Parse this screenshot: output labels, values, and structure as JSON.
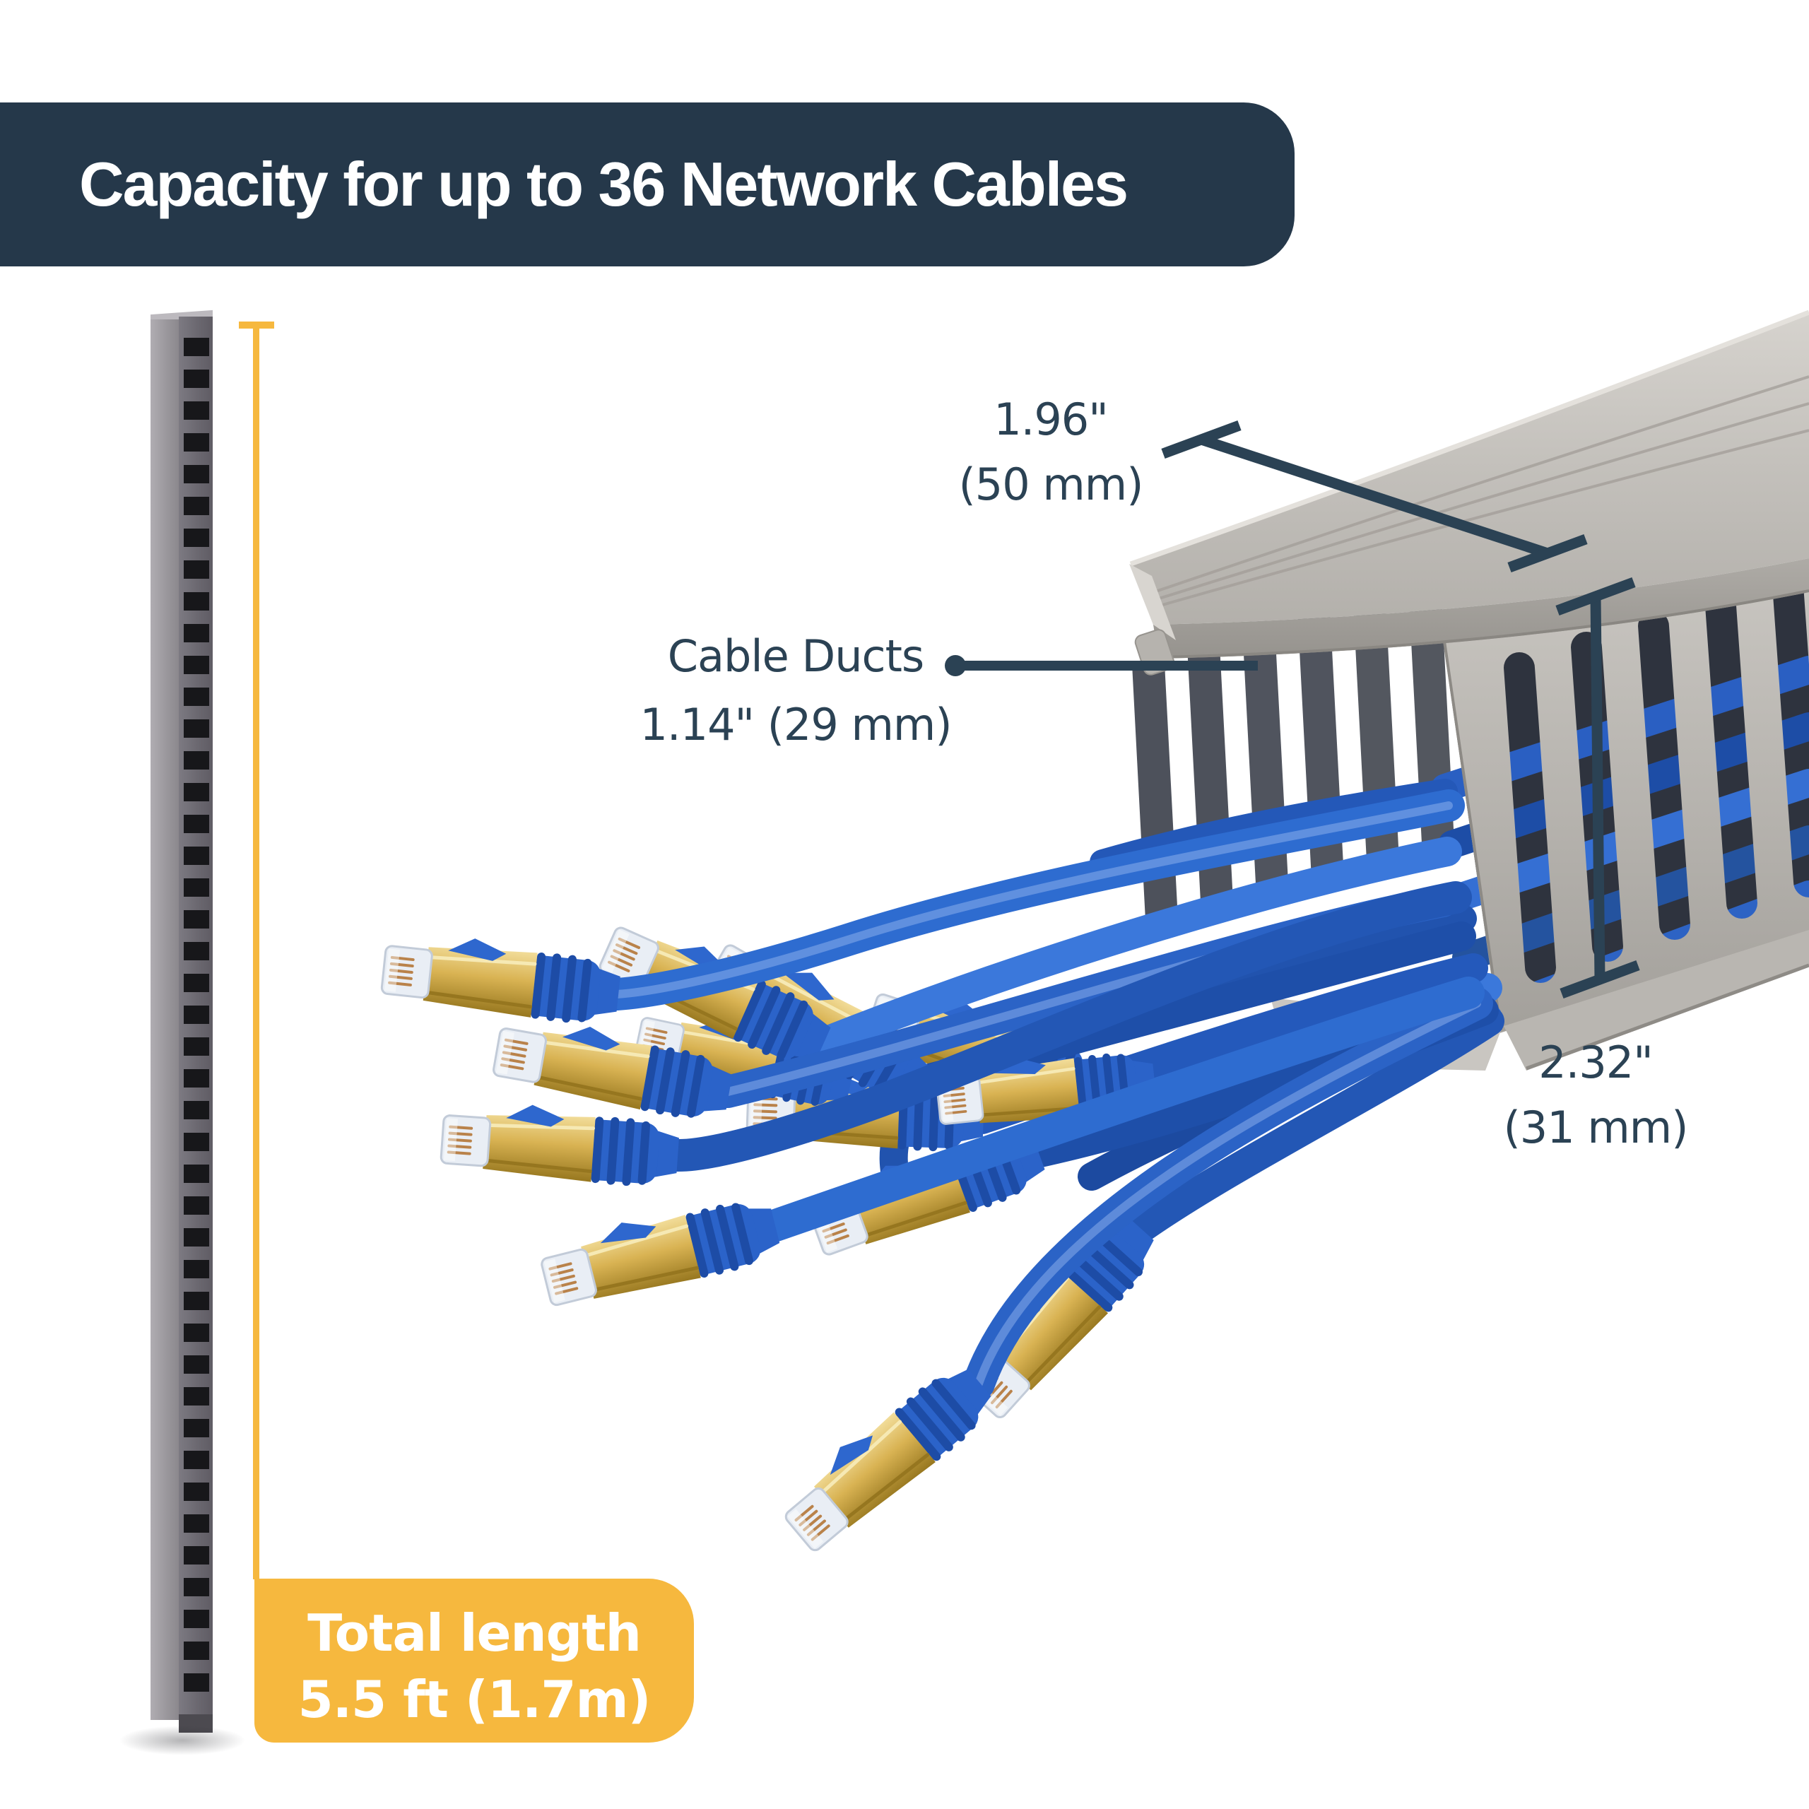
{
  "banner": {
    "title": "Capacity for up to 36 Network Cables",
    "bg": "#25384A",
    "text_color": "#FFFFFF"
  },
  "annotations": {
    "color": "#2B4254",
    "width": {
      "line1": "1.96\"",
      "line2": "(50 mm)"
    },
    "ducts": {
      "line1": "Cable Ducts",
      "line2": "1.14\" (29 mm)"
    },
    "height": {
      "line1": "2.32\"",
      "line2": "(31 mm)"
    }
  },
  "badge": {
    "line1": "Total length",
    "line2": "5.5 ft (1.7m)",
    "bg": "#F6B83E",
    "text_color": "#FFFFFF"
  },
  "figure": {
    "duct_color": "#BDBAB5",
    "duct_interior_color": "#2E333E",
    "cable_color": "#2E6CD0",
    "connector_gold": "#D9B353",
    "connector_boot": "#2B63C9",
    "rail_color": "#6B6870",
    "dimension_line_color": "#2B4254",
    "total_length_line_color": "#F6B83E",
    "icons": [
      "cable-duct-illustration",
      "network-cable-bundle",
      "rj45-connector",
      "rack-rail-illustration",
      "dimension-tick",
      "leader-dot"
    ]
  }
}
